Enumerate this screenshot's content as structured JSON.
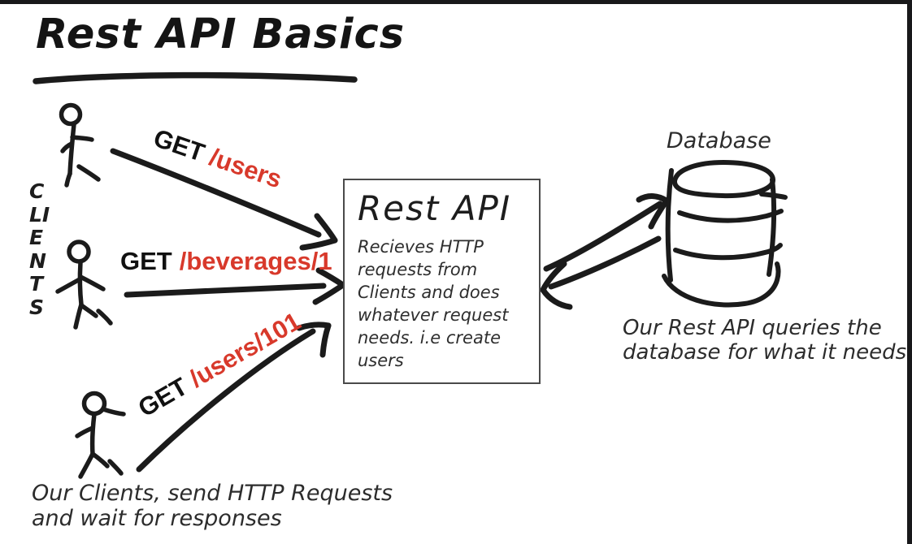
{
  "colors": {
    "ink": "#1b1b1b",
    "accent_red": "#d8392b",
    "frame": "#18181a",
    "box_border": "#4a4a4a"
  },
  "title": {
    "text": "Rest API Basics"
  },
  "clients_label": {
    "text": "CLIENTS"
  },
  "requests": [
    {
      "method": "GET",
      "path": "/users"
    },
    {
      "method": "GET",
      "path": "/beverages/1"
    },
    {
      "method": "GET",
      "path": "/users/101"
    }
  ],
  "api_box": {
    "title": "Rest API",
    "description": "Recieves HTTP\nrequests from\nClients and does\nwhatever request\nneeds. i.e create\nusers"
  },
  "database": {
    "label": "Database"
  },
  "captions": {
    "database_note": "Our Rest API queries the\ndatabase for what it needs",
    "clients_note": "Our Clients, send HTTP Requests\nand wait for responses"
  }
}
